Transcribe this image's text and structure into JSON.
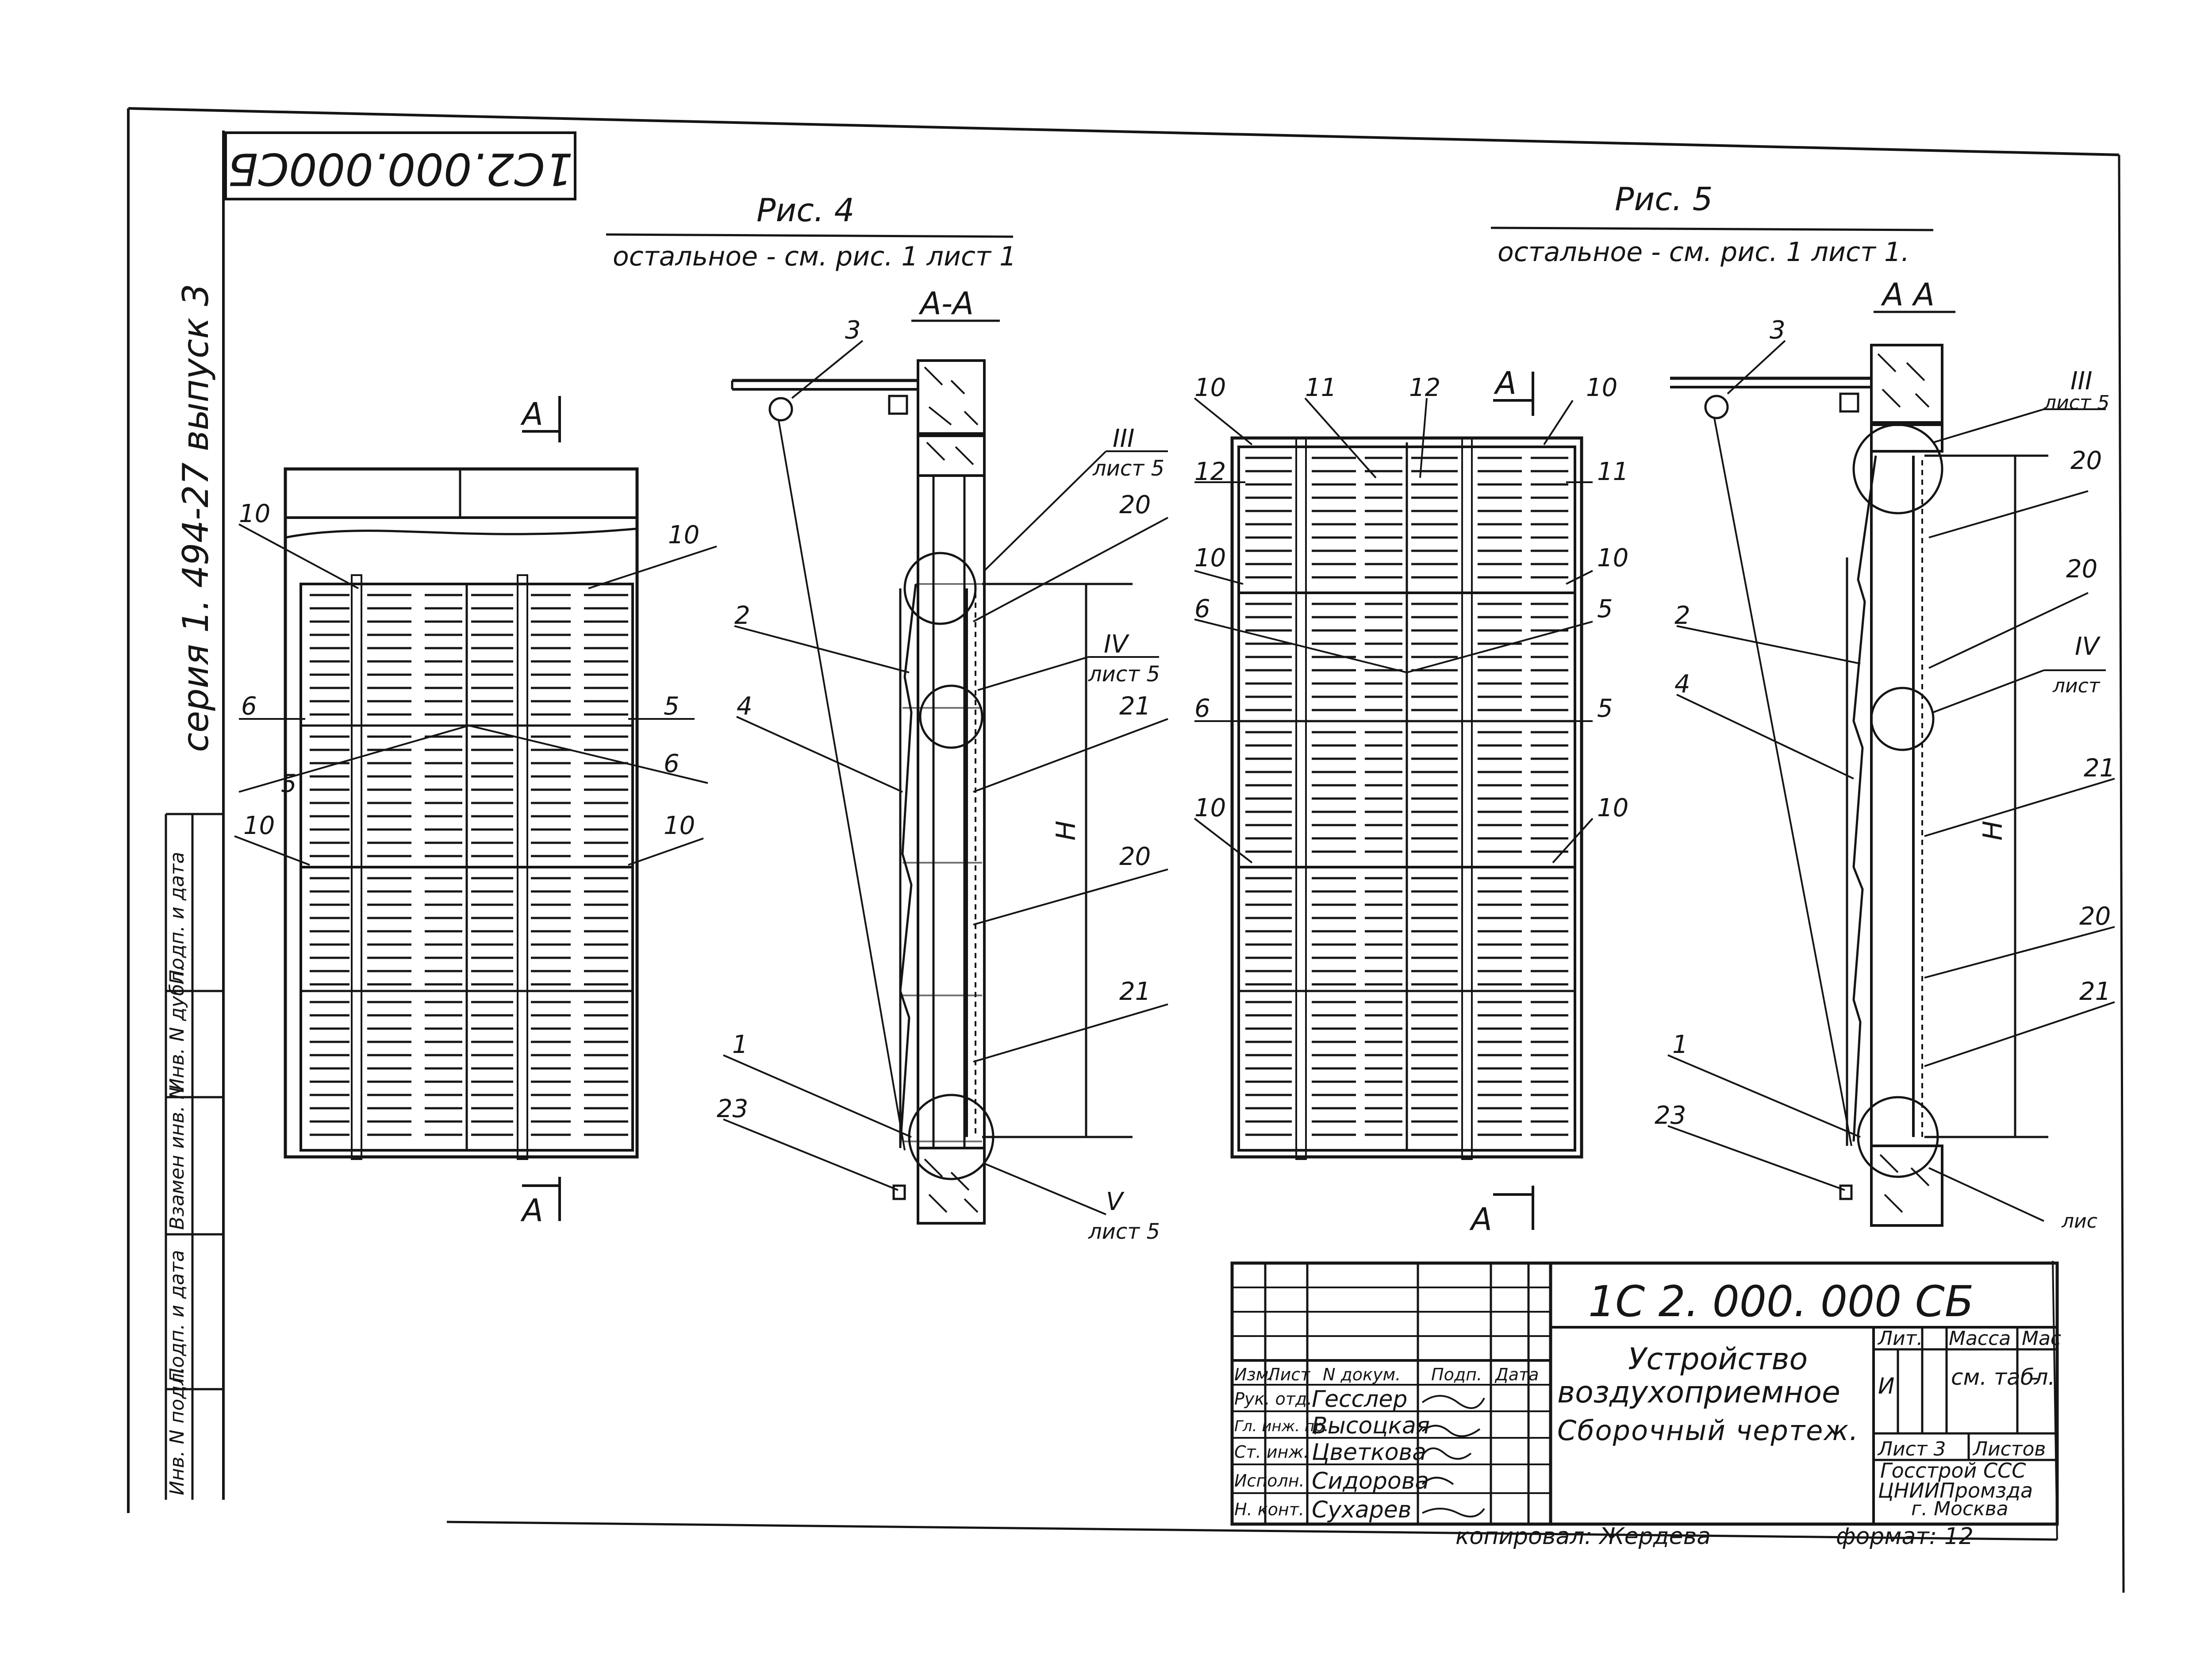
{
  "doc_code_top": "1С2.000.000СБ",
  "doc_code_main": "1С 2. 000. 000 СБ",
  "series": "серия 1. 494-27 выпуск 3",
  "fig4": {
    "title": "Рис. 4",
    "note": "остальное - см. рис. 1 лист 1",
    "section_title": "А-А",
    "section_mark": "А",
    "callouts": [
      "10",
      "10",
      "6",
      "5",
      "5",
      "6",
      "10",
      "10"
    ],
    "side_labels": [
      "3",
      "2",
      "4",
      "1",
      "23",
      "20",
      "21",
      "20",
      "21",
      "Н"
    ],
    "views": [
      {
        "roman": "III",
        "sheet": "лист 5"
      },
      {
        "roman": "IV",
        "sheet": "лист 5"
      },
      {
        "roman": "V",
        "sheet": "лист 5"
      }
    ]
  },
  "fig5": {
    "title": "Рис. 5",
    "note": "остальное - см. рис. 1 лист 1.",
    "section_title": "А А",
    "section_mark": "А",
    "callouts": [
      "10",
      "11",
      "12",
      "10",
      "12",
      "11",
      "10",
      "10",
      "5",
      "6",
      "6",
      "5",
      "10",
      "10"
    ],
    "side_labels": [
      "3",
      "2",
      "4",
      "1",
      "23",
      "20",
      "20",
      "21",
      "20",
      "21",
      "Н"
    ],
    "views": [
      {
        "roman": "III",
        "sheet": "лист 5"
      },
      {
        "roman": "IV",
        "sheet": "лист"
      },
      {
        "roman": "",
        "sheet": "лис"
      }
    ]
  },
  "left_strip": [
    "Инв. N подл.",
    "Подп. и дата",
    "Взамен инв. N",
    "Инв. N дубл.",
    "Подп. и дата"
  ],
  "title_block": {
    "headers": [
      "Изм.",
      "Лист",
      "N докум.",
      "Подп.",
      "Дата"
    ],
    "people": [
      {
        "role": "Рук. отд.",
        "name": "Гесслер"
      },
      {
        "role": "Гл. инж. пр.",
        "name": "Высоцкая"
      },
      {
        "role": "Ст. инж.",
        "name": "Цветкова"
      },
      {
        "role": "Исполн.",
        "name": "Сидорова"
      },
      {
        "role": "Н. конт.",
        "name": "Сухарев"
      }
    ],
    "name_lines": [
      "Устройство",
      "воздухоприемное",
      "Сборочный чертеж."
    ],
    "lit_header": "Лит.",
    "mass_header": "Масса",
    "scale_header": "Мас",
    "lit_value": "И",
    "mass_value": "см. табл.",
    "scale_value": "-",
    "sheet_label": "Лист 3",
    "sheets_label": "Листов",
    "org_lines": [
      "Госстрой ССС",
      "ЦНИИПромзда",
      "г. Москва"
    ]
  },
  "copied_by": "копировал: Жердева",
  "format": "формат: 12"
}
